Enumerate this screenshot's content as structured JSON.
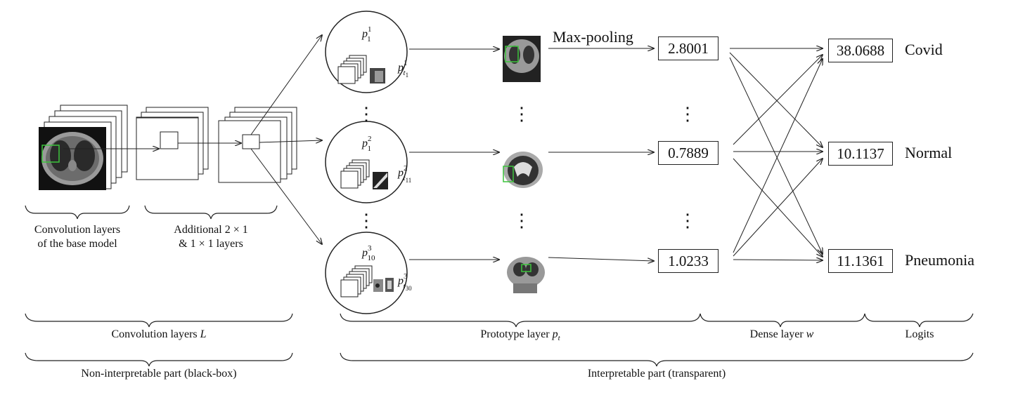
{
  "left": {
    "base_model_label_1": "Convolution layers",
    "base_model_label_2": "of the base model",
    "additional_label_1": "Additional 2 × 1",
    "additional_label_2": "& 1 × 1 layers"
  },
  "prototypes": [
    {
      "p_base": "p",
      "p_sup": "1",
      "p_sub": "1",
      "pt_base": "p",
      "pt_sub": "t",
      "pt_subsub": "1",
      "pt_sup": "1"
    },
    {
      "p_base": "p",
      "p_sup": "2",
      "p_sub": "1",
      "pt_base": "p",
      "pt_sub": "t",
      "pt_subsub": "11",
      "pt_sup": "2"
    },
    {
      "p_base": "p",
      "p_sup": "3",
      "p_sub": "10",
      "pt_base": "p",
      "pt_sub": "t",
      "pt_subsub": "30",
      "pt_sup": "3"
    }
  ],
  "maxpool_label": "Max-pooling",
  "similarity_values": [
    "2.8001",
    "0.7889",
    "1.0233"
  ],
  "logits": [
    "38.0688",
    "10.1137",
    "11.1361"
  ],
  "classes": [
    "Covid",
    "Normal",
    "Pneumonia"
  ],
  "ellipsis": "⋮",
  "bottom": {
    "conv_layers_text": "Convolution layers ",
    "conv_layers_var": "L",
    "prototype_layer_text": "Prototype layer ",
    "prototype_layer_var": "p",
    "prototype_layer_sub": "t",
    "dense_layer_text": "Dense layer ",
    "dense_layer_var": "w",
    "logits_label": "Logits",
    "non_interpretable": "Non-interpretable part (black-box)",
    "interpretable": "Interpretable part (transparent)"
  },
  "colors": {
    "line": "#222222",
    "highlight": "#3cc43c",
    "scan_dark": "#111111",
    "scan_body": "#9a9a9a"
  }
}
